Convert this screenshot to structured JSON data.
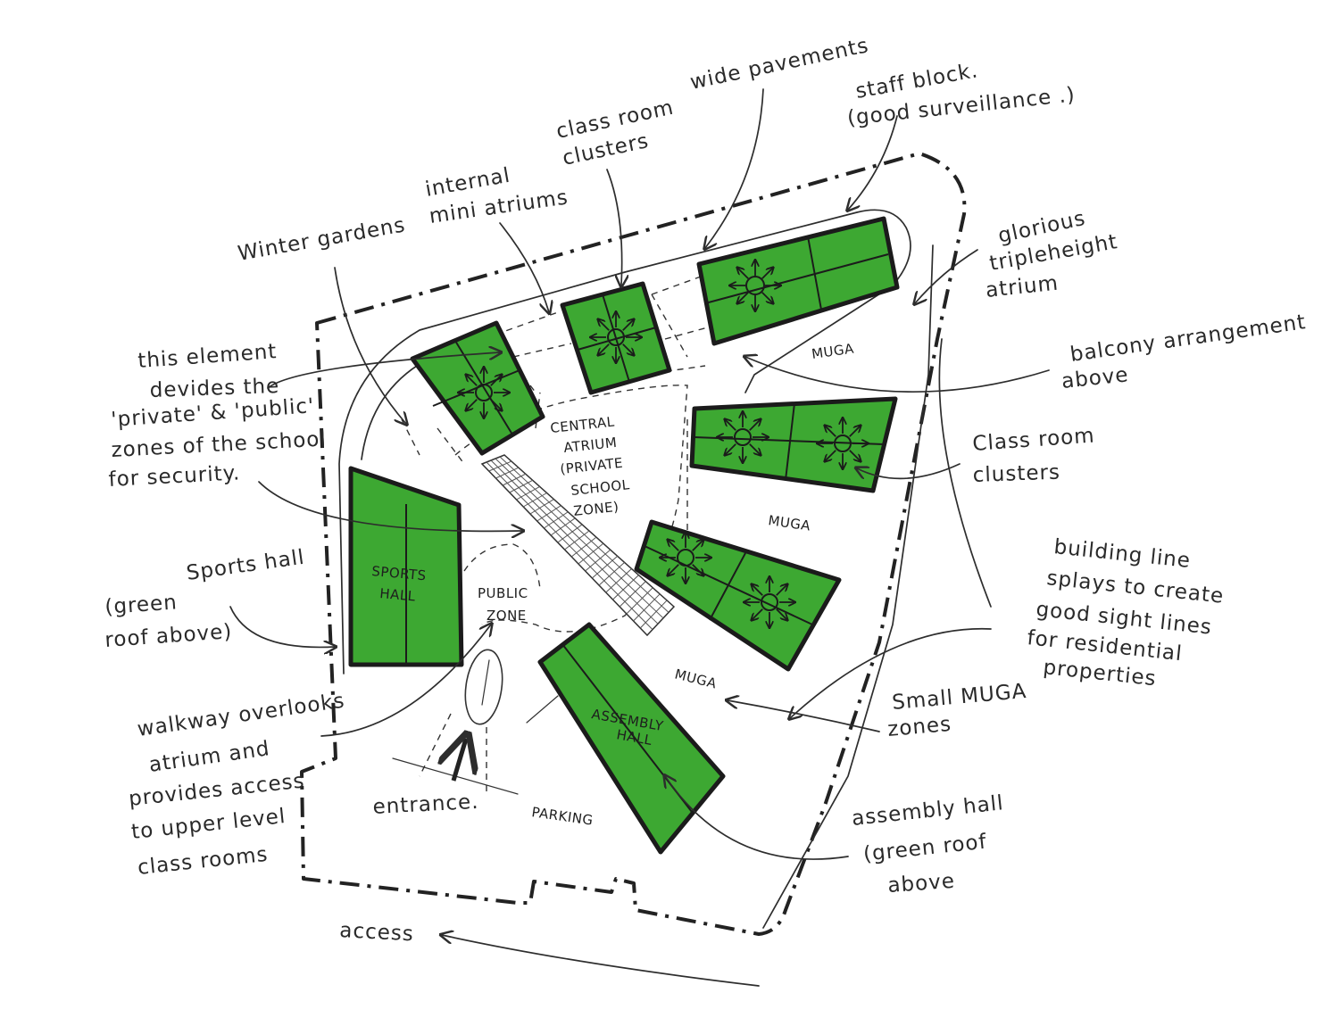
{
  "colors": {
    "green": "#3da832",
    "ink": "#2a2a2a",
    "paper": "#ffffff"
  },
  "annotations": {
    "wide_pavements": "wide pavements",
    "staff_block_1": "staff block.",
    "staff_block_2": "(good surveillance .)",
    "class_room_clusters_top_1": "class room",
    "class_room_clusters_top_2": "clusters",
    "internal_atriums_1": "internal",
    "internal_atriums_2": "mini atriums",
    "winter_gardens": "Winter gardens",
    "triple_height_1": "glorious",
    "triple_height_2": "tripleheight",
    "triple_height_3": "atrium",
    "balcony_1": "balcony arrangement",
    "balcony_2": "above",
    "element_divides_1": "this element",
    "element_divides_2": "devides the",
    "element_divides_3": "'private' & 'public'",
    "element_divides_4": "zones of the school",
    "element_divides_5": "for security.",
    "class_room_clusters_right_1": "Class room",
    "class_room_clusters_right_2": "clusters",
    "sports_hall_note_1": "Sports hall",
    "sports_hall_note_2": "(green",
    "sports_hall_note_3": "roof above)",
    "building_line_1": "building line",
    "building_line_2": "splays to create",
    "building_line_3": "good sight lines",
    "building_line_4": "for residential",
    "building_line_5": "properties",
    "walkway_1": "walkway overlooks",
    "walkway_2": "atrium and",
    "walkway_3": "provides access",
    "walkway_4": "to upper level",
    "walkway_5": "class rooms",
    "small_muga_1": "Small MUGA",
    "small_muga_2": "zones",
    "entrance": "entrance.",
    "assembly_note_1": "assembly hall",
    "assembly_note_2": "(green roof",
    "assembly_note_3": "above",
    "access": "access"
  },
  "plan_labels": {
    "central_1": "CENTRAL",
    "central_2": "ATRIUM",
    "central_3": "(PRIVATE",
    "central_4": "SCHOOL",
    "central_5": "ZONE)",
    "sports_1": "SPORTS",
    "sports_2": "HALL",
    "public_1": "PUBLIC",
    "public_2": "ZONE",
    "assembly_1": "ASSEMBLY",
    "assembly_2": "HALL",
    "muga_top": "MUGA",
    "muga_mid": "MUGA",
    "muga_low": "MUGA",
    "parking": "PARKING"
  }
}
